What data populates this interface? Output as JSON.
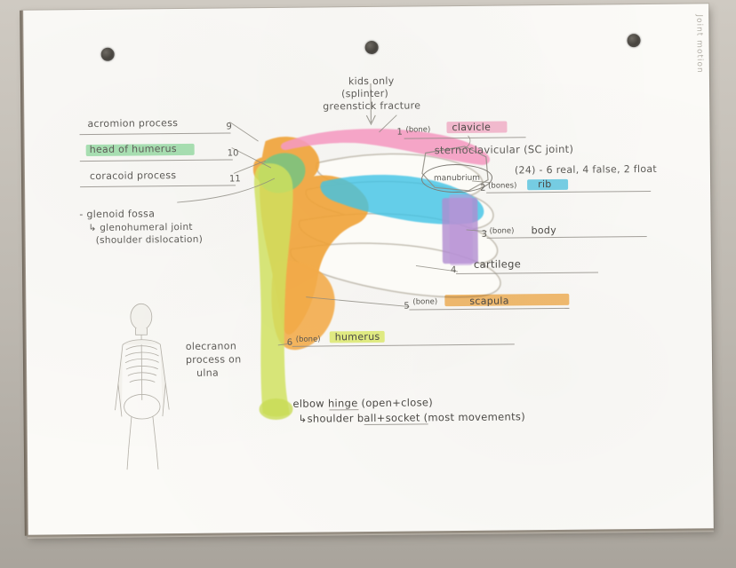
{
  "page": {
    "corner_text": "Joint motion",
    "holes": 3
  },
  "annotations": {
    "top_note": [
      "kids only",
      "(splinter)",
      "greenstick fracture"
    ],
    "left_labels": [
      {
        "num": "9",
        "text": "acromion process",
        "highlight": "none"
      },
      {
        "num": "10",
        "text": "head of humerus",
        "highlight": "#8ddca0"
      },
      {
        "num": "11",
        "text": "coracoid process",
        "highlight": "none"
      }
    ],
    "glenoid_note": [
      "- glenoid fossa",
      "↳ glenohumeral joint",
      "(shoulder dislocation)"
    ],
    "olecranon_note": [
      "olecranon",
      "process on",
      "ulna"
    ],
    "sc_joint": "sternoclavicular (SC joint)",
    "manubrium": "manubrium",
    "rib_count_note": "(24) - 6 real, 4 false, 2 float",
    "cartilage": "cartilege",
    "bottom_notes": [
      "elbow hinge (open+close)",
      "↳shoulder ball+socket (most movements)"
    ]
  },
  "numbered_labels": [
    {
      "num": "1",
      "kind": "(bone)",
      "name": "clavicle",
      "highlight": "#f7a8c8"
    },
    {
      "num": "2",
      "kind": "(bones)",
      "name": "rib",
      "highlight": "#45c4e8"
    },
    {
      "num": "3",
      "kind": "(bone)",
      "name": "body",
      "highlight": "none"
    },
    {
      "num": "4",
      "kind": "",
      "name": "cartilege",
      "highlight": "none"
    },
    {
      "num": "5",
      "kind": "(bone)",
      "name": "scapula",
      "highlight": "#f3a63c"
    },
    {
      "num": "6",
      "kind": "(bone)",
      "name": "humerus",
      "highlight": "#dff05a"
    }
  ],
  "drawing": {
    "title": "shoulder girdle and rib cage diagram",
    "colors": {
      "scapula_orange": "#f0a338",
      "clavicle_pink": "#f59ac0",
      "humerus_green": "#cfe05e",
      "humeral_head_green": "#6fc685",
      "rib_blue": "#3fc3e6",
      "sternum_purple": "#b08ad0",
      "bone_white": "#fdfcf8",
      "outline": "#b9b3a6"
    },
    "skeleton_label": "full skeleton reference sketch"
  }
}
